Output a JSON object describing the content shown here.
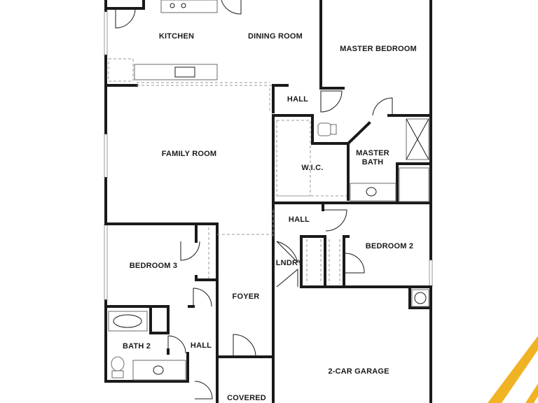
{
  "floorplan": {
    "rooms": {
      "kitchen": "KITCHEN",
      "dining_room": "DINING ROOM",
      "master_bedroom": "MASTER BEDROOM",
      "hall_upper": "HALL",
      "family_room": "FAMILY ROOM",
      "wic": "W.I.C.",
      "master_bath_line1": "MASTER",
      "master_bath_line2": "BATH",
      "hall_middle": "HALL",
      "bedroom_3": "BEDROOM 3",
      "lndry": "LNDRY",
      "bedroom_2": "BEDROOM 2",
      "foyer": "FOYER",
      "bath_2": "BATH 2",
      "hall_lower": "HALL",
      "garage": "2-CAR GARAGE",
      "covered": "COVERED"
    },
    "colors": {
      "wall": "#1a1a1a",
      "accent_stripe": "#f0b323"
    }
  }
}
